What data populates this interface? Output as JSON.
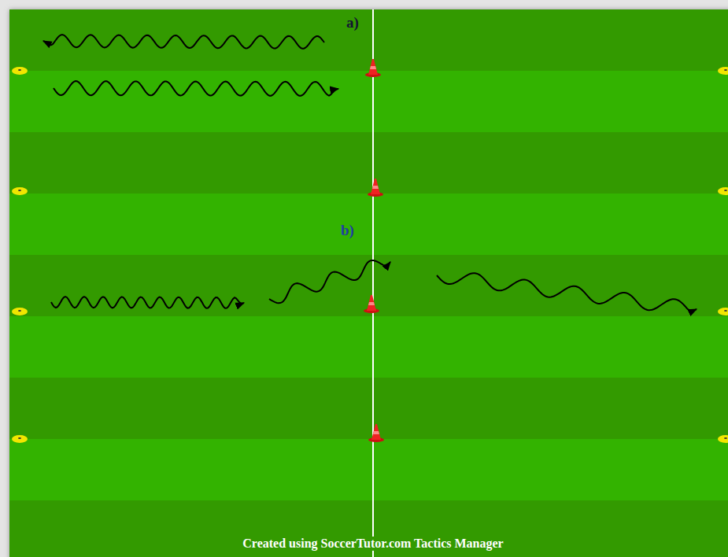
{
  "diagram": {
    "labels": [
      "a)",
      "b)",
      "Created using SoccerTutor.com Tactics Manager"
    ]
  }
}
